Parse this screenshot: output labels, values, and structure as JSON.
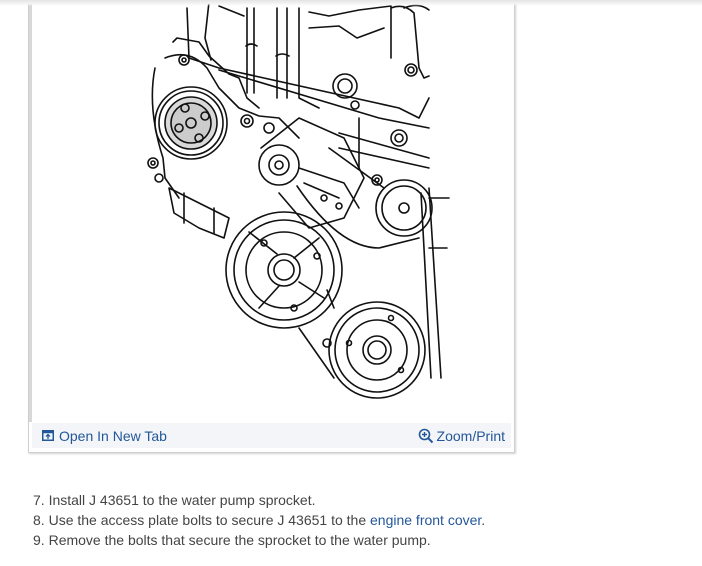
{
  "figure": {
    "alt": "Engine front view line drawing showing accessory drive belt, pulleys, tensioner and water pump sprocket",
    "footer": {
      "open_tab": {
        "icon": "open-in-new-tab-icon",
        "label": "Open In New Tab"
      },
      "zoom_print": {
        "icon": "zoom-in-icon",
        "label": "Zoom/Print"
      }
    }
  },
  "steps": [
    {
      "number": "7.",
      "text": "Install J 43651 to the water pump sprocket."
    },
    {
      "number": "8.",
      "text_before": "Use the access plate bolts to secure J 43651 to the ",
      "link": "engine front cover",
      "text_after": "."
    },
    {
      "number": "9.",
      "text": "Remove the bolts that secure the sprocket to the water pump."
    }
  ],
  "colors": {
    "link": "#23579a",
    "body_text": "#444444",
    "footer_bg": "#f3f5f8",
    "border": "#cfcfcf"
  }
}
